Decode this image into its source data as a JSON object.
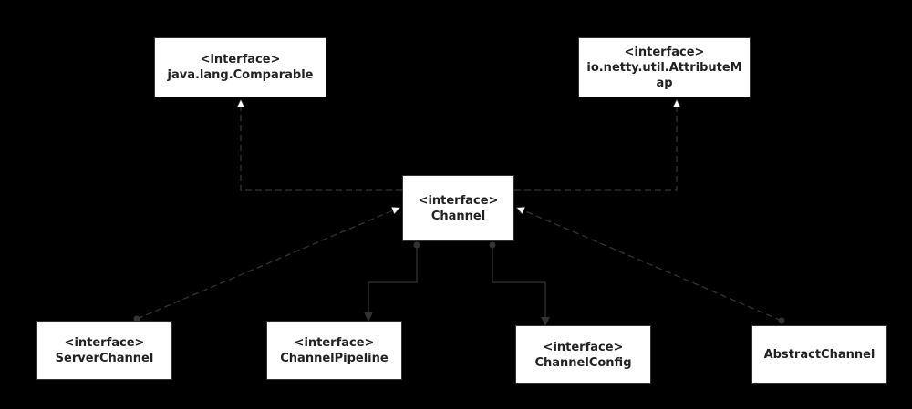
{
  "colors": {
    "background": "#000000",
    "box_fill": "#ffffff",
    "box_border": "#333333",
    "text": "#222222",
    "edge": "#333333"
  },
  "nodes": {
    "comparable": {
      "stereotype": "<interface>",
      "name": "java.lang.Comparable"
    },
    "attribute_map": {
      "stereotype": "<interface>",
      "name": "io.netty.util.AttributeMap"
    },
    "channel": {
      "stereotype": "<interface>",
      "name": "Channel"
    },
    "server_channel": {
      "stereotype": "<interface>",
      "name": "ServerChannel"
    },
    "channel_pipeline": {
      "stereotype": "<interface>",
      "name": "ChannelPipeline"
    },
    "channel_config": {
      "stereotype": "<interface>",
      "name": "ChannelConfig"
    },
    "abstract_channel": {
      "name": "AbstractChannel"
    }
  },
  "edges": [
    {
      "from": "channel",
      "to": "comparable",
      "style": "dashed",
      "head": "open-triangle"
    },
    {
      "from": "channel",
      "to": "attribute_map",
      "style": "dashed",
      "head": "open-triangle"
    },
    {
      "from": "server_channel",
      "to": "channel",
      "style": "dashed",
      "head": "open-triangle",
      "tail": "dot"
    },
    {
      "from": "abstract_channel",
      "to": "channel",
      "style": "dashed",
      "head": "open-triangle",
      "tail": "dot"
    },
    {
      "from": "channel",
      "to": "channel_pipeline",
      "style": "solid",
      "head": "filled-arrow",
      "tail": "dot"
    },
    {
      "from": "channel",
      "to": "channel_config",
      "style": "solid",
      "head": "filled-arrow",
      "tail": "dot"
    }
  ]
}
